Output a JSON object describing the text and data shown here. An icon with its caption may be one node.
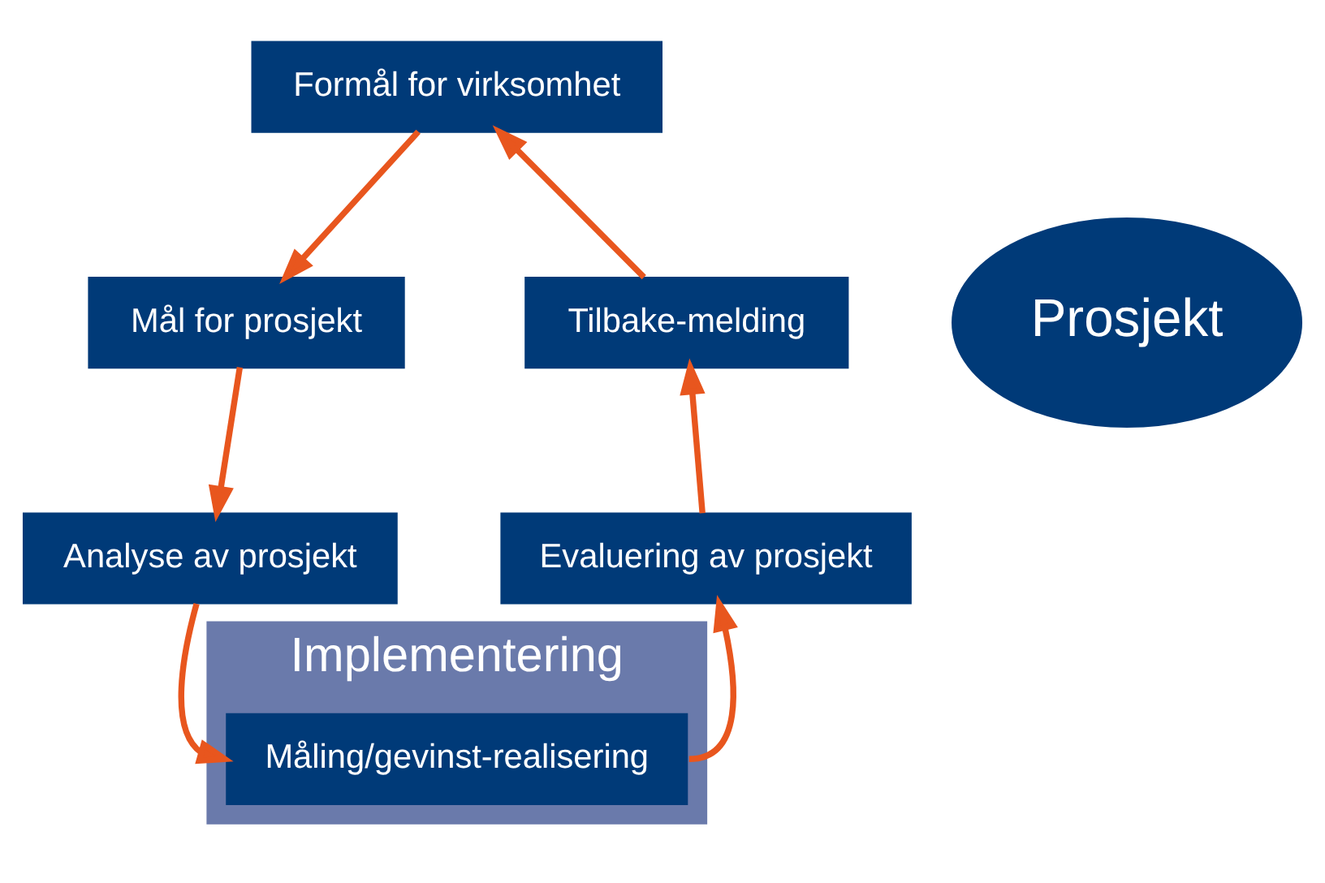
{
  "diagram": {
    "nodes": [
      {
        "text": [
          "Formål for virksomhet"
        ]
      },
      {
        "text": [
          "Mål for prosjekt"
        ]
      },
      {
        "text": [
          "Analyse av prosjekt"
        ]
      },
      {
        "text": [
          "Implementering"
        ]
      },
      {
        "text": [
          "Måling/gevinst-realisering"
        ],
        "in": 3
      },
      {
        "text": [
          "Evaluering av prosjekt"
        ]
      },
      {
        "text": [
          "Tilbake-melding"
        ]
      },
      {
        "text": [
          "Prosjekt"
        ]
      }
    ],
    "edges": [
      {
        "from": 0,
        "to": 1,
        "arrow": "to"
      },
      {
        "from": 1,
        "to": 2,
        "arrow": "to"
      },
      {
        "from": 2,
        "to": 4,
        "arrow": "to"
      },
      {
        "from": 4,
        "to": 5,
        "arrow": "to"
      },
      {
        "from": 5,
        "to": 6,
        "arrow": "to"
      },
      {
        "from": 6,
        "to": 0,
        "arrow": "to"
      }
    ]
  }
}
